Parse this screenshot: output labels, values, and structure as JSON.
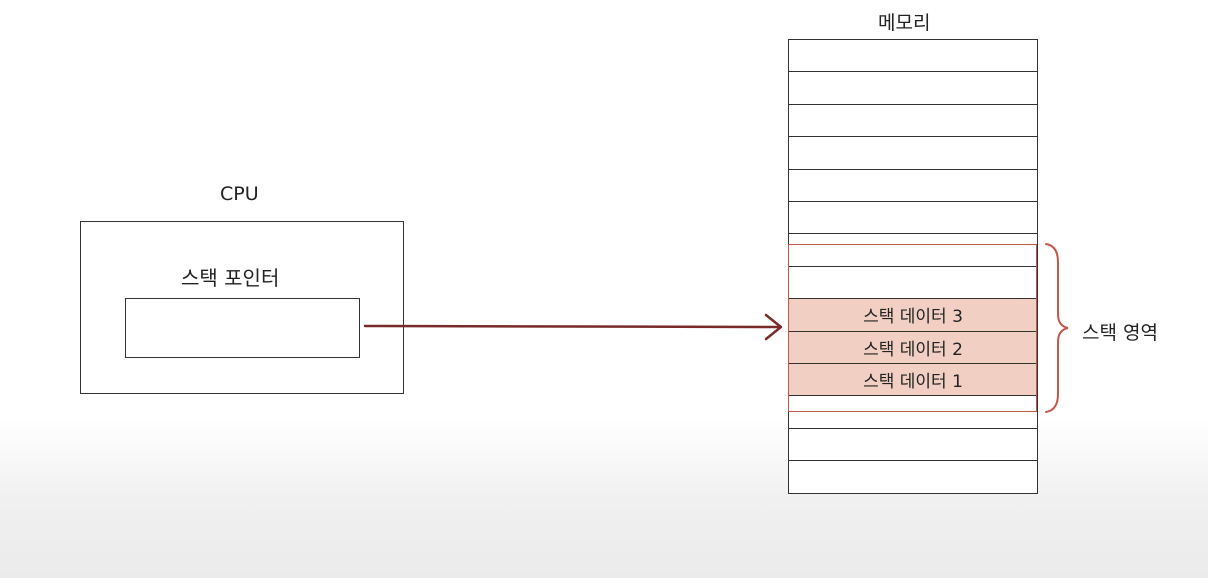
{
  "cpu": {
    "title": "CPU",
    "register_label": "스택 포인터"
  },
  "memory": {
    "title": "메모리",
    "cells": [
      "",
      "",
      "",
      "",
      "",
      "",
      "",
      "",
      "스택 데이터 3",
      "스택 데이터 2",
      "스택 데이터 1",
      "",
      "",
      ""
    ],
    "highlight_color": "#f2cfc3",
    "outline_color": "#c2584a"
  },
  "stack_area": {
    "label": "스택 영역"
  },
  "arrow": {
    "color": "#7a2a2a"
  }
}
